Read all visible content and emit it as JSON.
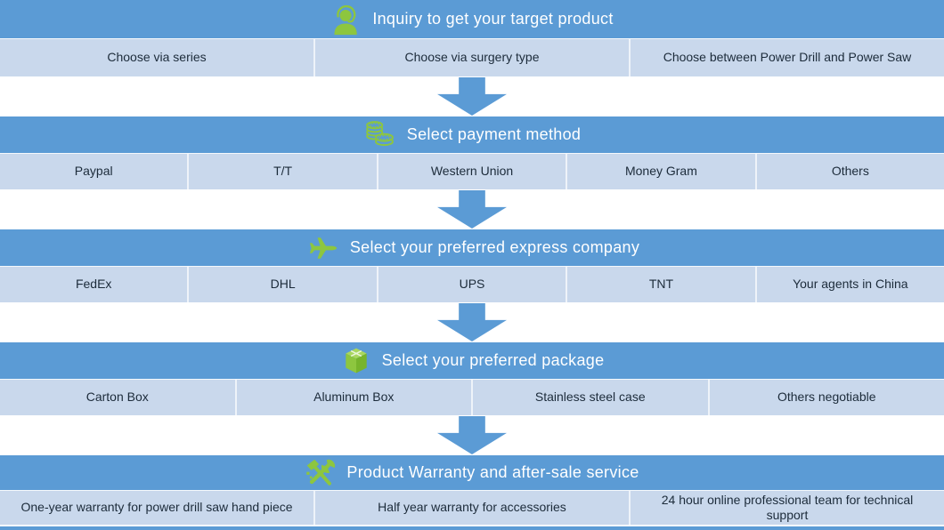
{
  "colors": {
    "header_blue": "#5b9bd5",
    "row_blue": "#c9d8ec",
    "icon_green": "#8dc63f",
    "text_dark": "#1c2b3a",
    "arrow_blue": "#5b9bd5",
    "background": "#ffffff"
  },
  "sections": [
    {
      "icon": "headset-agent-icon",
      "title": "Inquiry to get your target product",
      "options": [
        "Choose via series",
        "Choose via surgery type",
        "Choose between Power Drill and Power Saw"
      ]
    },
    {
      "icon": "coins-icon",
      "title": "Select payment method",
      "options": [
        "Paypal",
        "T/T",
        "Western Union",
        "Money Gram",
        "Others"
      ]
    },
    {
      "icon": "airplane-icon",
      "title": "Select your preferred express company",
      "options": [
        "FedEx",
        "DHL",
        "UPS",
        "TNT",
        "Your agents in China"
      ]
    },
    {
      "icon": "package-box-icon",
      "title": "Select your preferred package",
      "options": [
        "Carton Box",
        "Aluminum Box",
        "Stainless steel case",
        "Others negotiable"
      ]
    },
    {
      "icon": "crossed-tools-icon",
      "title": "Product Warranty and after-sale service",
      "options": [
        "One-year warranty for power drill saw hand piece",
        "Half year warranty for accessories",
        "24 hour online professional team for technical support"
      ]
    }
  ]
}
